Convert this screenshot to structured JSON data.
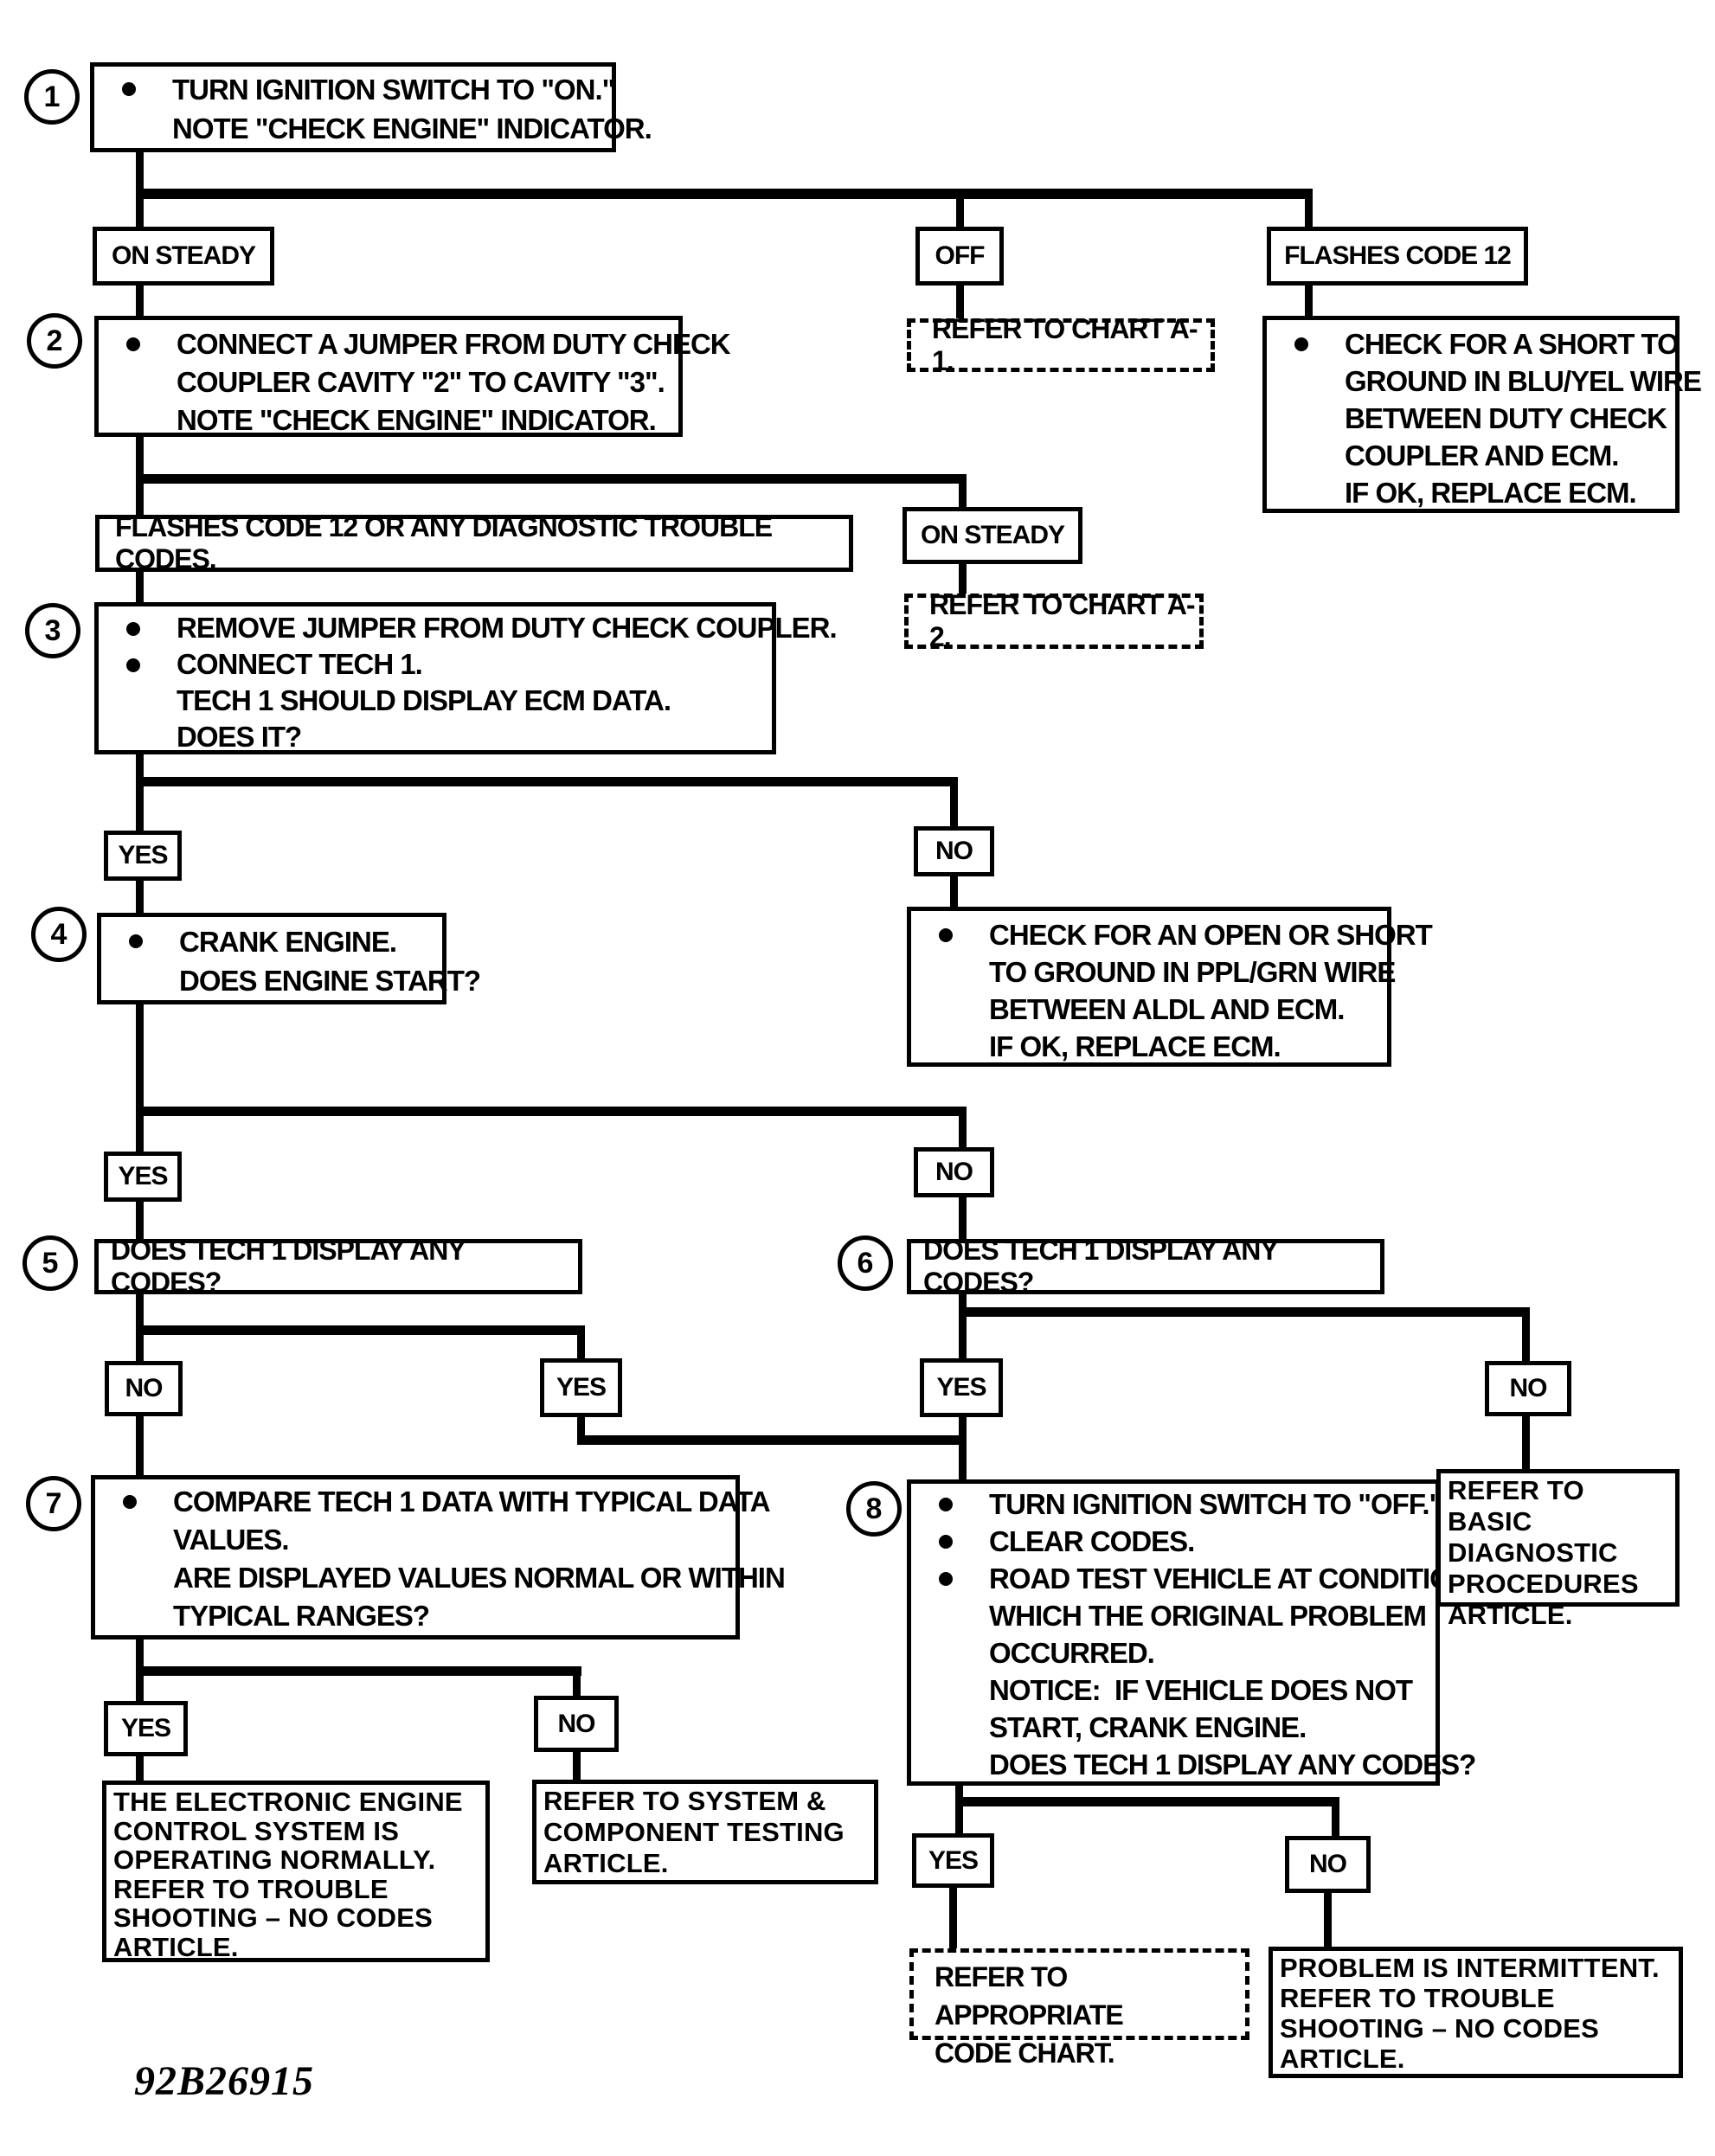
{
  "caption": "92B26915",
  "labels": {
    "yes": "YES",
    "no": "NO",
    "on_steady": "ON STEADY",
    "off": "OFF",
    "flashes12": "FLASHES CODE 12",
    "flashes_any": "FLASHES CODE 12 OR ANY DIAGNOSTIC TROUBLE CODES."
  },
  "circles": {
    "c1": "1",
    "c2": "2",
    "c3": "3",
    "c4": "4",
    "c5": "5",
    "c6": "6",
    "c7": "7",
    "c8": "8"
  },
  "boxes": {
    "s1": {
      "l1": "TURN IGNITION SWITCH TO \"ON.\"",
      "l2": "NOTE \"CHECK ENGINE\" INDICATOR."
    },
    "s2": {
      "l1": "CONNECT A JUMPER FROM DUTY CHECK",
      "l2": "COUPLER CAVITY \"2\" TO CAVITY \"3\".",
      "l3": "NOTE \"CHECK ENGINE\" INDICATOR."
    },
    "s3": {
      "l1": "REMOVE JUMPER FROM DUTY CHECK COUPLER.",
      "l2": "CONNECT TECH 1.",
      "l3": "TECH 1 SHOULD DISPLAY ECM DATA.",
      "l4": "DOES IT?"
    },
    "s4": {
      "l1": "CRANK ENGINE.",
      "l2": "DOES ENGINE START?"
    },
    "s5": {
      "l1": "DOES TECH 1 DISPLAY ANY CODES?"
    },
    "s6": {
      "l1": "DOES TECH 1 DISPLAY ANY CODES?"
    },
    "s7": {
      "l1": "COMPARE TECH 1 DATA WITH TYPICAL DATA",
      "l2": "VALUES.",
      "l3": "ARE DISPLAYED VALUES NORMAL OR WITHIN",
      "l4": "TYPICAL RANGES?"
    },
    "s8": {
      "l1": "TURN IGNITION SWITCH TO \"OFF.\"",
      "l2": "CLEAR CODES.",
      "l3": "ROAD TEST VEHICLE AT CONDITION",
      "l4": "WHICH THE ORIGINAL PROBLEM",
      "l5": "OCCURRED.",
      "l6": "NOTICE:  IF VEHICLE DOES NOT",
      "l7": "START, CRANK ENGINE.",
      "l8": "DOES TECH 1 DISPLAY ANY CODES?"
    },
    "short_ground": {
      "l1": "CHECK FOR A SHORT TO",
      "l2": "GROUND IN BLU/YEL WIRE",
      "l3": "BETWEEN DUTY CHECK",
      "l4": "COUPLER AND ECM.",
      "l5": "IF OK, REPLACE ECM."
    },
    "open_short": {
      "l1": "CHECK FOR AN OPEN OR SHORT",
      "l2": "TO GROUND IN PPL/GRN WIRE",
      "l3": "BETWEEN ALDL AND ECM.",
      "l4": "IF OK, REPLACE ECM."
    },
    "chart_a1": {
      "l1": "REFER TO CHART A-1."
    },
    "chart_a2": {
      "l1": "REFER TO CHART A-2."
    },
    "basic": {
      "l1": "REFER TO BASIC",
      "l2": "DIAGNOSTIC",
      "l3": "PROCEDURES",
      "l4": "ARTICLE."
    },
    "normal": {
      "l1": "THE ELECTRONIC ENGINE",
      "l2": "CONTROL SYSTEM IS",
      "l3": "OPERATING NORMALLY.",
      "l4": "REFER TO TROUBLE",
      "l5": "SHOOTING – NO CODES",
      "l6": "ARTICLE."
    },
    "system": {
      "l1": "REFER TO SYSTEM &",
      "l2": "COMPONENT TESTING",
      "l3": "ARTICLE."
    },
    "code_chart": {
      "l1": "REFER TO APPROPRIATE",
      "l2": "CODE CHART."
    },
    "intermittent": {
      "l1": "PROBLEM IS INTERMITTENT.",
      "l2": "REFER TO TROUBLE",
      "l3": "SHOOTING – NO CODES",
      "l4": "ARTICLE."
    }
  }
}
